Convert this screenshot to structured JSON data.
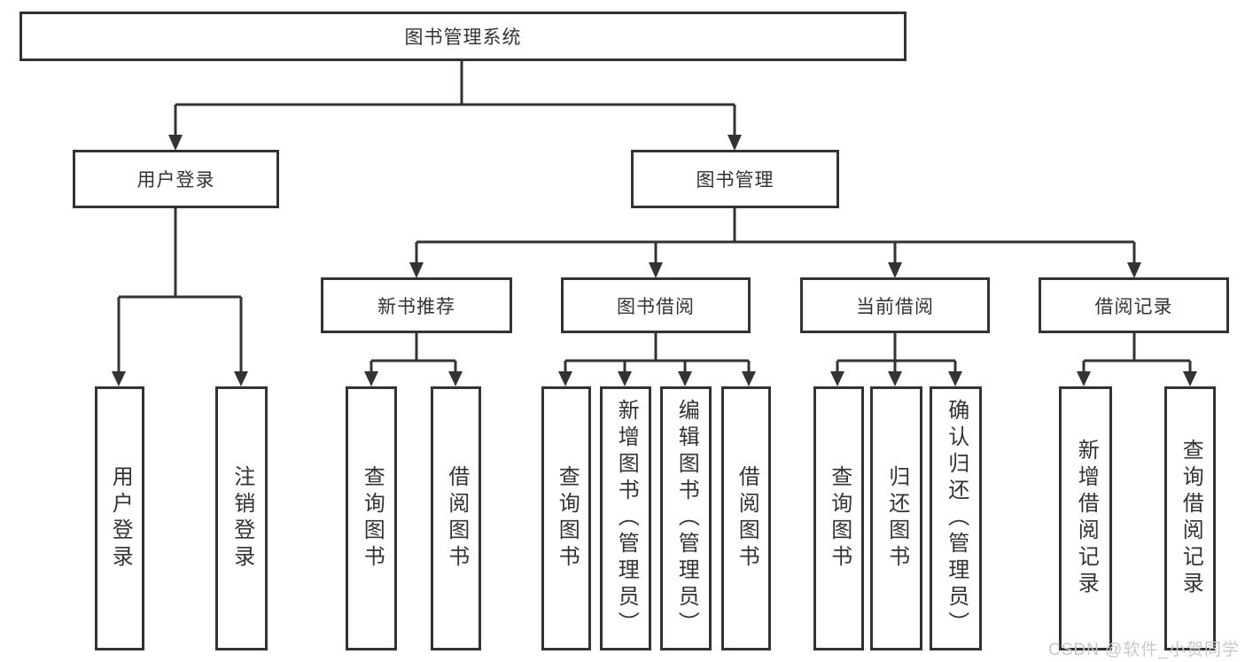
{
  "diagram_title": "图书管理系统",
  "tree": {
    "root": {
      "label": "图书管理系统"
    },
    "branches": [
      {
        "label": "用户登录",
        "children": [
          {
            "label": "用户登录"
          },
          {
            "label": "注销登录"
          }
        ]
      },
      {
        "label": "图书管理",
        "children": [
          {
            "label": "新书推荐",
            "children": [
              {
                "label": "查询图书"
              },
              {
                "label": "借阅图书"
              }
            ]
          },
          {
            "label": "图书借阅",
            "children": [
              {
                "label": "查询图书"
              },
              {
                "label": "新增图书（管理员）"
              },
              {
                "label": "编辑图书（管理员）"
              },
              {
                "label": "借阅图书"
              }
            ]
          },
          {
            "label": "当前借阅",
            "children": [
              {
                "label": "查询图书"
              },
              {
                "label": "归还图书"
              },
              {
                "label": "确认归还（管理员）"
              }
            ]
          },
          {
            "label": "借阅记录",
            "children": [
              {
                "label": "新增借阅记录"
              },
              {
                "label": "查询借阅记录"
              }
            ]
          }
        ]
      }
    ]
  },
  "watermark": "CSDN @软件_小贺同学",
  "colors": {
    "line": "#333333",
    "box_border": "#333333",
    "text": "#333333",
    "watermark": "#c7c7cc",
    "background": "#ffffff"
  }
}
